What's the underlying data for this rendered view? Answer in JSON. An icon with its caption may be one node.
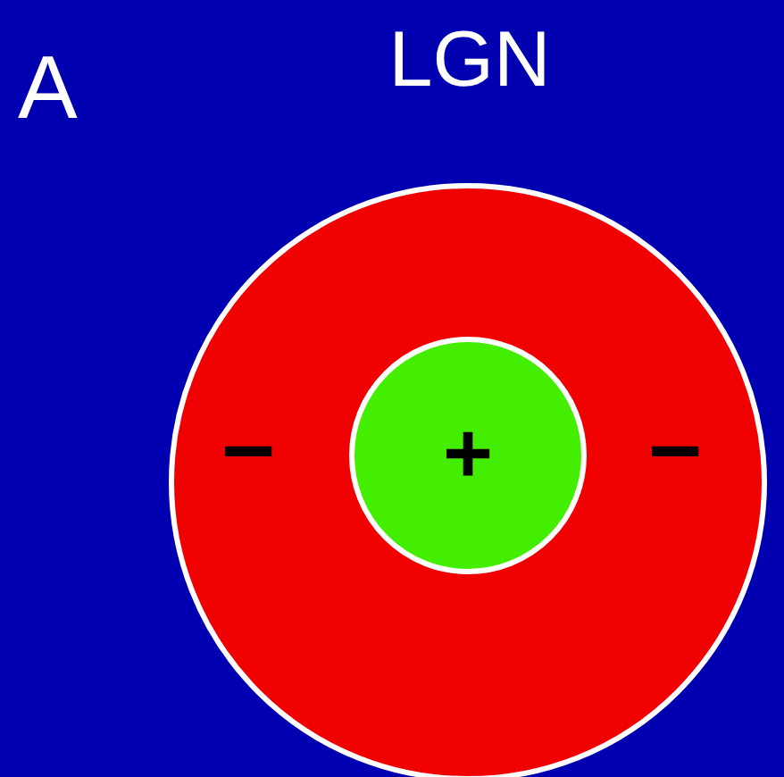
{
  "diagram": {
    "nodes": [
      {
        "text": [
          "LGN",
          "−",
          "−"
        ]
      },
      {
        "text": [
          "+"
        ],
        "in": 0
      }
    ],
    "labels": [
      "A"
    ]
  }
}
